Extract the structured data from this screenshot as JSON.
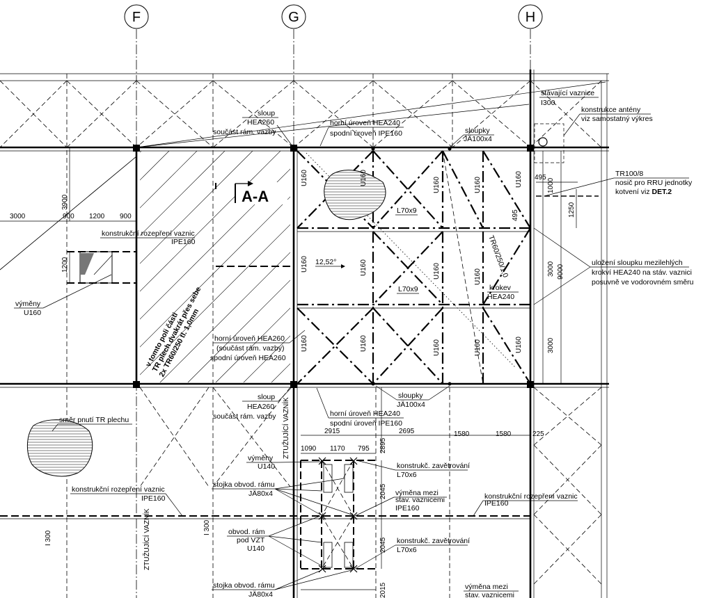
{
  "axes": [
    "F",
    "G",
    "H"
  ],
  "section_label": "A-A",
  "angle_label": "12,52°",
  "labels": {
    "stavajici_vaznice": [
      "stávající vaznice",
      "I300"
    ],
    "konstrukce_anteny": [
      "konstrukce antény",
      "viz samostatný výkres"
    ],
    "sloup_top": [
      "sloup",
      "HEA260",
      "součást rám. vazby"
    ],
    "horni_top": [
      "horní úroveň HEA240",
      "spodní úroveň IPE160"
    ],
    "sloupky_top": [
      "sloupky",
      "JÄ100x4"
    ],
    "tr100": [
      "TR100/8",
      "nosič pro RRU jednotky",
      "kotvení viz "
    ],
    "tr100_bold": "DET.2",
    "rozepreni_left": [
      "konstrukční rozepření vaznic",
      "IPE160"
    ],
    "vymeny_u160": [
      "výměny",
      "U160"
    ],
    "ulozeni": [
      "uložení sloupku mezilehlých",
      "krokví HEA240 na stáv. vaznici",
      "posuvně ve vodorovném směru"
    ],
    "krokev": [
      "krokev",
      "HEA240"
    ],
    "horni_mid": [
      "horní úroveň HEA260",
      "(součást rám. vazby)",
      "spodní úroveň HEA260"
    ],
    "hatch_text": [
      "v tomto poli části",
      "TR plech dvakrát přes sebe",
      "2x TR60/250 tl. 1,0mm"
    ],
    "sloup_bottom": [
      "sloup",
      "HEA260",
      "součást rám. vazby"
    ],
    "sloupky_bottom": [
      "sloupky",
      "JÄ100x4"
    ],
    "horni_bottom": [
      "horní úroveň HEA240",
      "spodní úroveň IPE160"
    ],
    "smer_pnuti": "směr pnutí TR plechu",
    "vymeny_u140": [
      "výměny",
      "U140"
    ],
    "stojka_1": [
      "stojka obvod. rámu",
      "JÄ80x4"
    ],
    "zavetrovani_1": [
      "konstrukč. zavětrování",
      "L70x6"
    ],
    "vymena_mezi": [
      "výměna mezi",
      "stav. vaznicemi",
      "IPE160"
    ],
    "rozepreni_bottom_left": [
      "konstrukční rozepření vaznic",
      "IPE160"
    ],
    "rozepreni_bottom_right": [
      "konstrukční rozepření vaznic",
      "IPE160"
    ],
    "obvod_ram": [
      "obvod. rám",
      "pod VZT",
      "U140"
    ],
    "zavetrovani_2": [
      "konstrukč. zavětrování",
      "L70x6"
    ],
    "stojka_2": [
      "stojka obvod. rámu",
      "JÄ80x4"
    ],
    "vymena_mezi_bottom": [
      "výměna mezi",
      "stav. vaznicemi"
    ],
    "l70x9": "L70x9",
    "l70x9b": "L70x9",
    "tr60": "TR60/250/1,0",
    "ztuzujici_1": "ZTUŽUJÍCÍ VAZNÍK",
    "ztuzujici_2": "ZTUŽUJÍCÍ VAZNÍK"
  },
  "dimensions": {
    "d3900": "3900",
    "d3000": "3000",
    "d900a": "900",
    "d1200": "1200",
    "d900b": "900",
    "d1200v": "1200",
    "d495h": "495",
    "d495v": "495",
    "d1000": "1000",
    "d1250": "1250",
    "d3000a": "3000",
    "d9000": "9000",
    "d3000b": "3000",
    "d2915": "2915",
    "d2695": "2695",
    "d1580a": "1580",
    "d1580b": "1580",
    "d225": "225",
    "d1090": "1090",
    "d1170": "1170",
    "d795": "795",
    "d2895": "2895",
    "d2045a": "2045",
    "d2045b": "2045",
    "d2015": "2015",
    "i300a": "I 300",
    "i300b": "I 300"
  },
  "members": {
    "u160": "U160"
  }
}
